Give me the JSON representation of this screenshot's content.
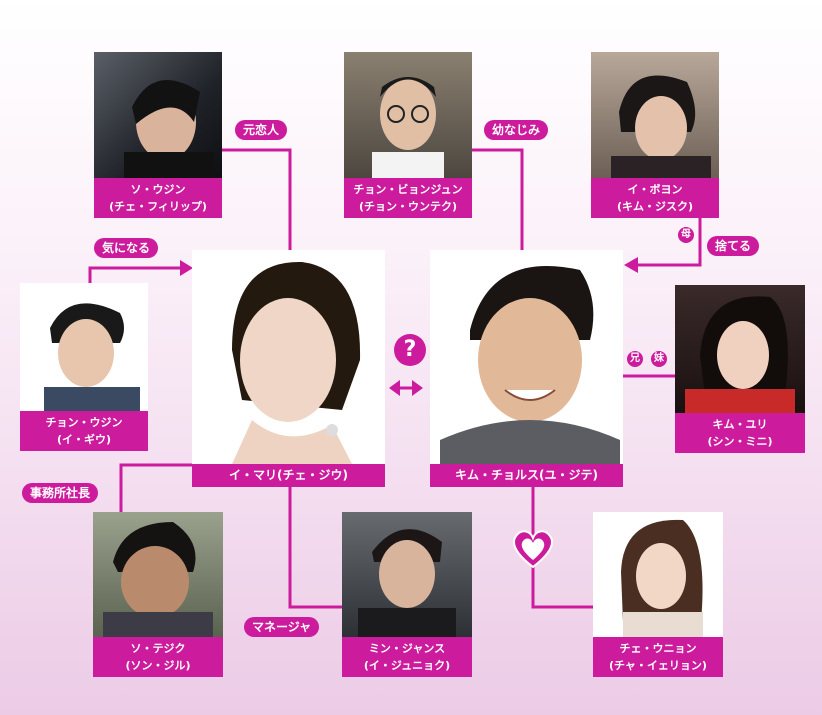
{
  "people": {
    "so_ujin": {
      "line1": "ソ・ウジン",
      "line2": "(チェ・フィリップ)"
    },
    "chon_byon": {
      "line1": "チョン・ビョンジュン",
      "line2": "(チョン・ウンテク)"
    },
    "i_bojon": {
      "line1": "イ・ボヨン",
      "line2": "(キム・ジスク)"
    },
    "chon_ujin": {
      "line1": "チョン・ウジン",
      "line2": "(イ・ギウ)"
    },
    "i_mari": {
      "line1": "イ・マリ(チェ・ジウ)"
    },
    "kim_chol": {
      "line1": "キム・チョルス(ユ・ジテ)"
    },
    "kim_yuri": {
      "line1": "キム・ユリ",
      "line2": "(シン・ミニ)"
    },
    "so_tejok": {
      "line1": "ソ・テジク",
      "line2": "(ソン・ジル)"
    },
    "min_jans": {
      "line1": "ミン・ジャンス",
      "line2": "(イ・ジュニョク)"
    },
    "che_unyon": {
      "line1": "チェ・ウニョン",
      "line2": "(チャ・イェリョン)"
    }
  },
  "relations": {
    "ex_lover": "元恋人",
    "childhood": "幼なじみ",
    "mother": "母",
    "abandon": "捨てる",
    "interested": "気になる",
    "question": "?",
    "brother": "兄",
    "sister": "妹",
    "agency_boss": "事務所社長",
    "manager": "マネージャ",
    "heart": "♥"
  },
  "colors": {
    "accent": "#cc1b9c",
    "bg_top": "#ffffff",
    "bg_bottom": "#eccbe6"
  }
}
